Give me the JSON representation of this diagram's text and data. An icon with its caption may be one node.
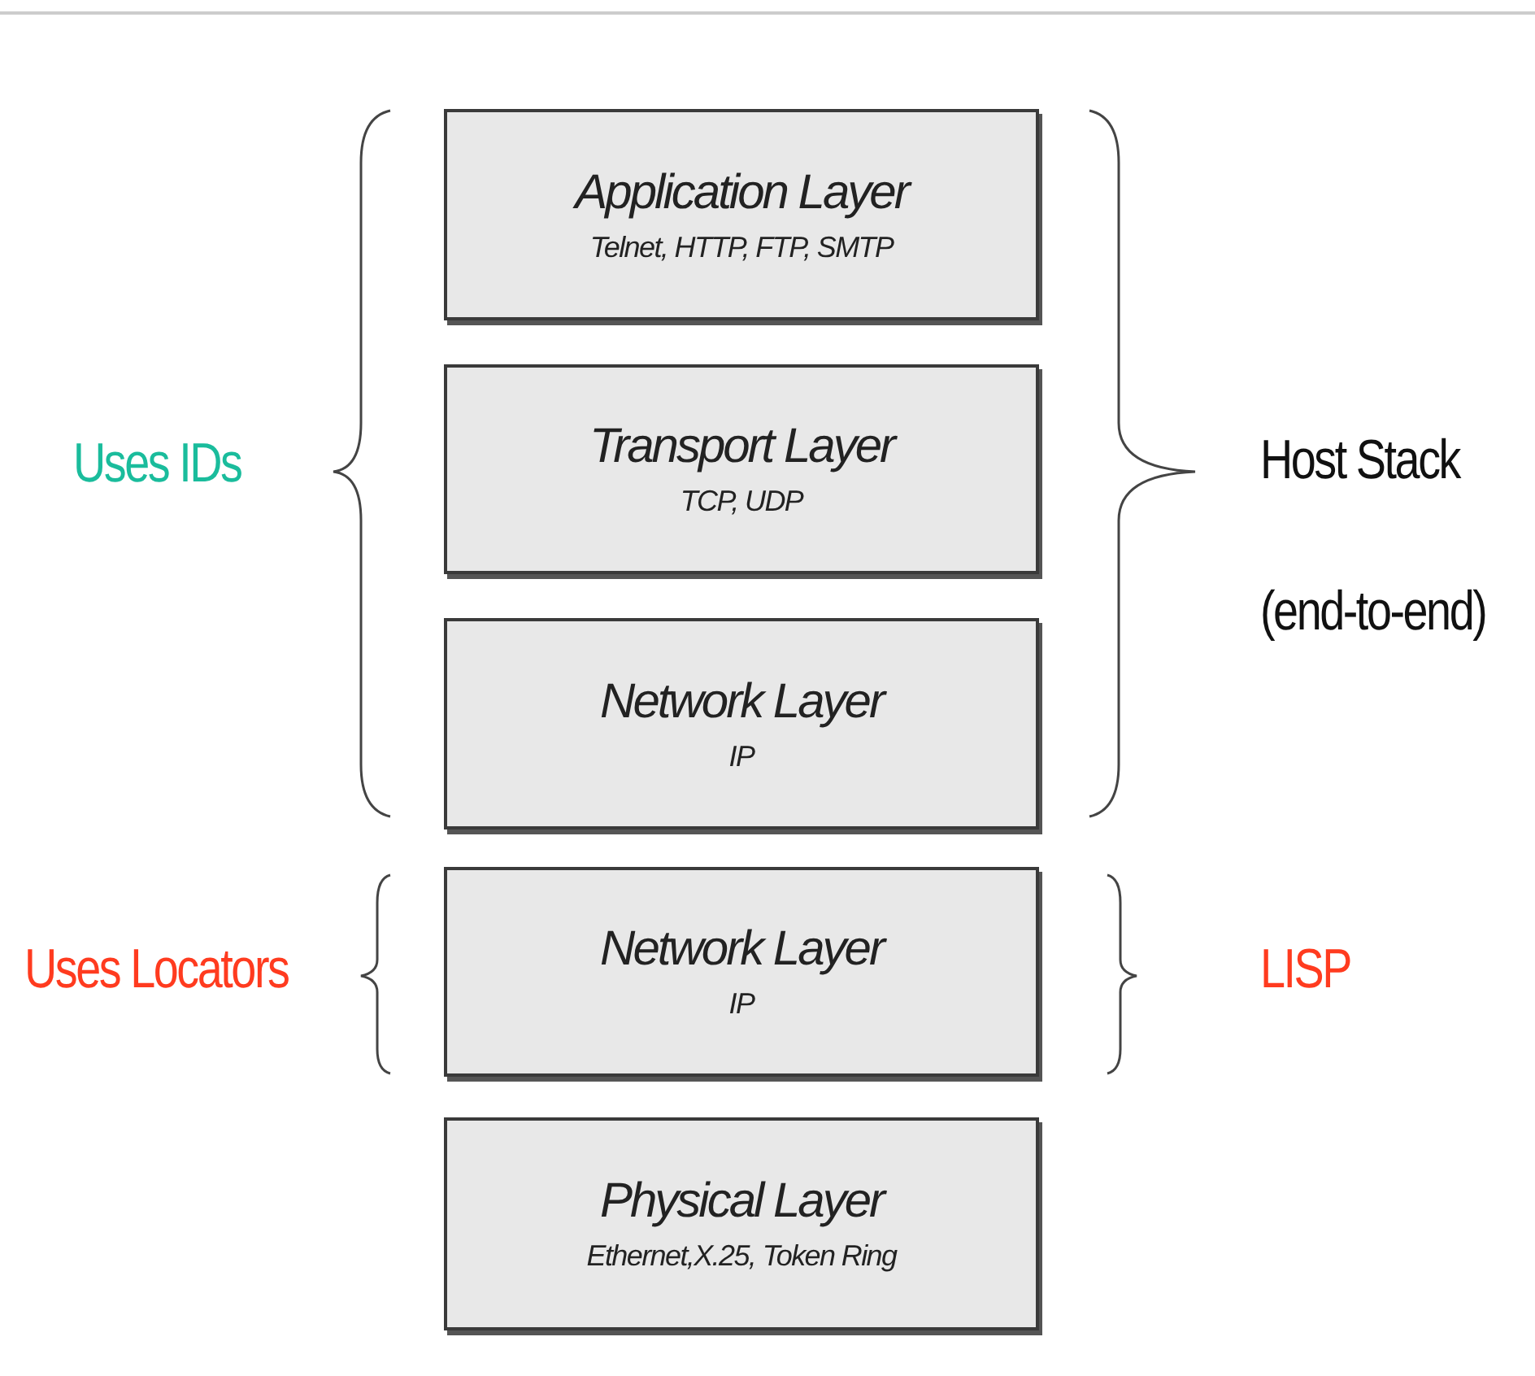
{
  "diagram": {
    "nodes": [
      {
        "text": [
          "Application Layer",
          "Telnet, HTTP, FTP, SMTP"
        ]
      },
      {
        "text": [
          "Transport Layer",
          "TCP, UDP"
        ]
      },
      {
        "text": [
          "Network Layer",
          "IP"
        ]
      },
      {
        "text": [
          "Network Layer",
          "IP"
        ]
      },
      {
        "text": [
          "Physical Layer",
          "Ethernet,X.25, Token Ring"
        ]
      }
    ],
    "labels": [
      "Uses IDs",
      "Host Stack",
      "(end-to-end)",
      "Uses Locators",
      "LISP"
    ]
  }
}
